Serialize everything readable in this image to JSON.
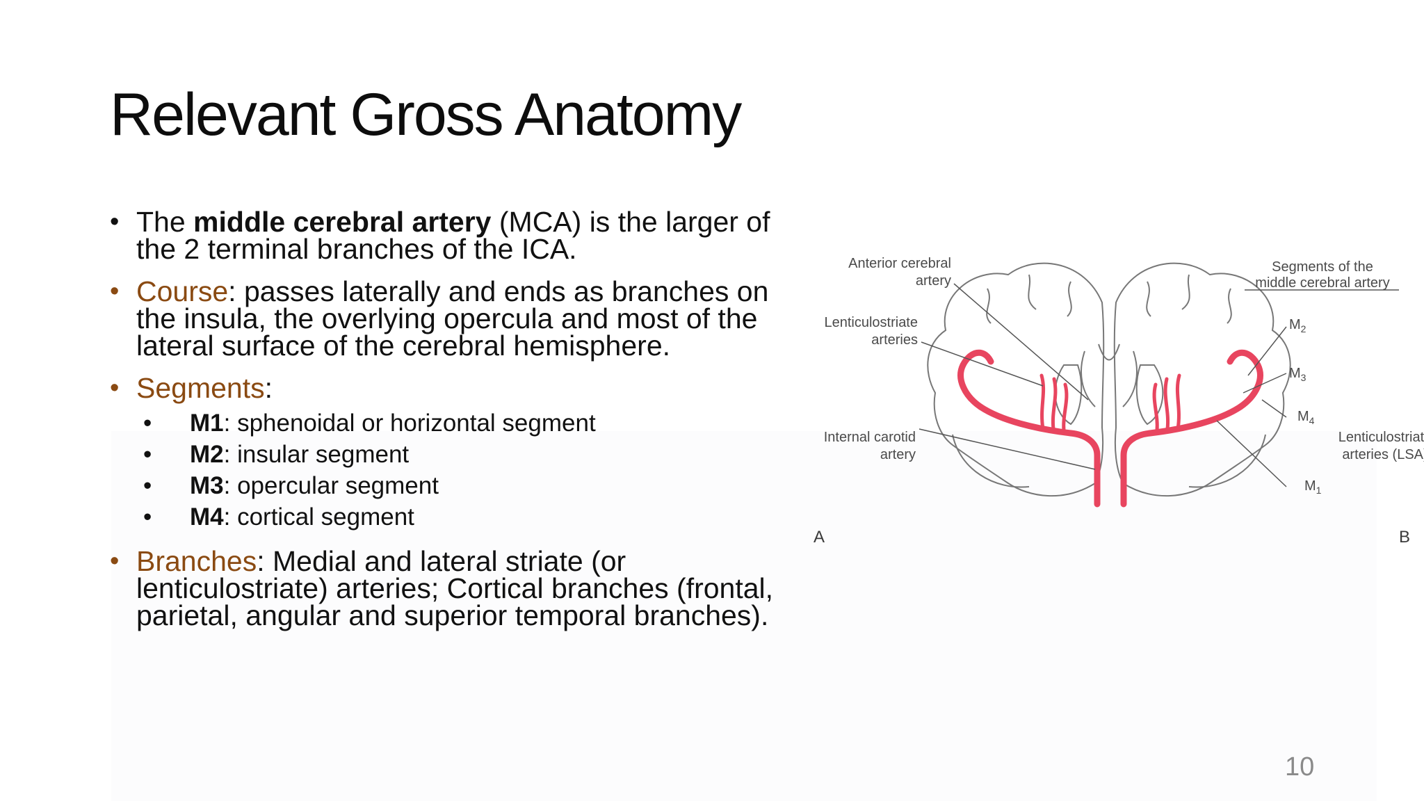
{
  "title": "Relevant Gross Anatomy",
  "bullets": {
    "b1": {
      "pre": "The ",
      "bold": "middle cerebral artery",
      "post": " (MCA) is the larger of the 2 terminal branches of the ICA."
    },
    "b2": {
      "label": "Course",
      "text": ": passes laterally and ends as branches on the insula, the overlying opercula and most of the lateral surface of the cerebral hemisphere."
    },
    "b3": {
      "label": "Segments",
      "text": ":",
      "sub": [
        {
          "code": "M1",
          "text": ": sphenoidal or horizontal segment"
        },
        {
          "code": "M2",
          "text": ": insular segment"
        },
        {
          "code": "M3",
          "text": ": opercular segment"
        },
        {
          "code": "M4",
          "text": ": cortical segment"
        }
      ]
    },
    "b4": {
      "label": "Branches",
      "text": ": Medial and lateral striate (or lenticulostriate) arteries; Cortical branches (frontal, parietal, angular and superior temporal branches)."
    }
  },
  "figure": {
    "labels": {
      "aca_1": "Anterior cerebral",
      "aca_2": "artery",
      "lsa_1": "Lenticulostriate",
      "lsa_2": "arteries",
      "ica_1": "Internal carotid",
      "ica_2": "artery",
      "seg_1": "Segments of the",
      "seg_2": "middle cerebral artery",
      "m2": "M",
      "m2_sub": "2",
      "m3": "M",
      "m3_sub": "3",
      "m4": "M",
      "m4_sub": "4",
      "m1": "M",
      "m1_sub": "1",
      "lsa_r1": "Lenticulostriate",
      "lsa_r2": "arteries (LSA)",
      "letter_a": "A",
      "letter_b": "B"
    },
    "colors": {
      "artery": "#e8455f",
      "outline": "#777777",
      "leader": "#555555"
    }
  },
  "page_number": "10",
  "colors": {
    "accent": "#8a4a12",
    "text": "#111111"
  }
}
